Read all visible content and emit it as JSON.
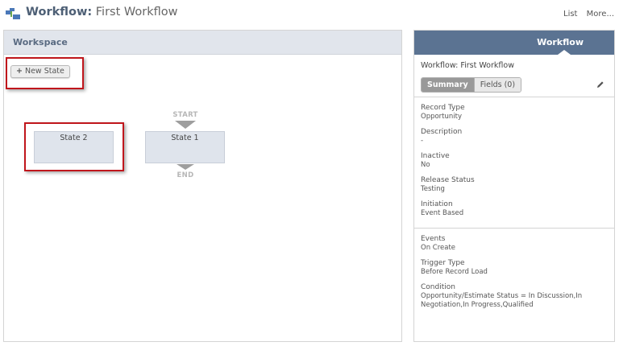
{
  "header": {
    "title_prefix": "Workflow:",
    "title_name": "First Workflow",
    "links": [
      "List",
      "More..."
    ]
  },
  "workspace": {
    "title": "Workspace",
    "new_state_label": "New State",
    "new_state_icon": "plus-icon",
    "start_label": "START",
    "end_label": "END",
    "states": [
      {
        "name": "State 2",
        "highlighted": true
      },
      {
        "name": "State 1",
        "highlighted": false
      }
    ]
  },
  "sidebar": {
    "tab_label": "Workflow",
    "workflow_name": "Workflow: First Workflow",
    "segments": {
      "summary": "Summary",
      "fields": "Fields (0)"
    },
    "edit_icon": "pencil-icon",
    "fields": [
      {
        "label": "Record Type",
        "value": "Opportunity"
      },
      {
        "label": "Description",
        "value": "-"
      },
      {
        "label": "Inactive",
        "value": "No"
      },
      {
        "label": "Release Status",
        "value": "Testing"
      },
      {
        "label": "Initiation",
        "value": "Event Based"
      }
    ],
    "trigger_fields": [
      {
        "label": "Events",
        "value": "On Create"
      },
      {
        "label": "Trigger Type",
        "value": "Before Record Load"
      },
      {
        "label": "Condition",
        "value": "Opportunity/Estimate Status = In Discussion,In Negotiation,In Progress,Qualified"
      }
    ]
  },
  "colors": {
    "highlight_border": "#c0161c",
    "sidebar_header": "#5b7392",
    "workspace_header": "#e1e5ec",
    "state_fill": "#dfe4ec"
  }
}
